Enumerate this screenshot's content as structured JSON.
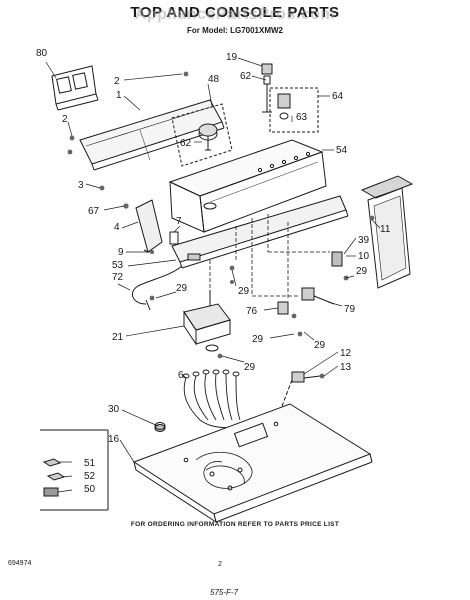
{
  "title": "TOP AND CONSOLE PARTS",
  "watermark": "AppliancePartsPros.com",
  "model_line": "For Model: LG7001XMW2",
  "footer_note": "FOR ORDERING INFORMATION REFER TO PARTS PRICE LIST",
  "doc_number": "694974",
  "page_number": "2",
  "sheet_code": "575-F-7",
  "colors": {
    "ink": "#1a1a1a",
    "paper": "#ffffff",
    "watermark": "#aaaaaa"
  },
  "callouts": [
    {
      "id": "c80",
      "label": "80"
    },
    {
      "id": "c2a",
      "label": "2"
    },
    {
      "id": "c1",
      "label": "1"
    },
    {
      "id": "c48",
      "label": "48"
    },
    {
      "id": "c19",
      "label": "19"
    },
    {
      "id": "c62a",
      "label": "62"
    },
    {
      "id": "c64",
      "label": "64"
    },
    {
      "id": "c63",
      "label": "63"
    },
    {
      "id": "c2b",
      "label": "2"
    },
    {
      "id": "c62b",
      "label": "62"
    },
    {
      "id": "c54",
      "label": "54"
    },
    {
      "id": "c3",
      "label": "3"
    },
    {
      "id": "c67",
      "label": "67"
    },
    {
      "id": "c4",
      "label": "4"
    },
    {
      "id": "c7",
      "label": "7"
    },
    {
      "id": "c11",
      "label": "11"
    },
    {
      "id": "c9",
      "label": "9"
    },
    {
      "id": "c39",
      "label": "39"
    },
    {
      "id": "c10",
      "label": "10"
    },
    {
      "id": "c53",
      "label": "53"
    },
    {
      "id": "c72",
      "label": "72"
    },
    {
      "id": "c29a",
      "label": "29"
    },
    {
      "id": "c29b",
      "label": "29"
    },
    {
      "id": "c29c",
      "label": "29"
    },
    {
      "id": "c76",
      "label": "76"
    },
    {
      "id": "c79",
      "label": "79"
    },
    {
      "id": "c21",
      "label": "21"
    },
    {
      "id": "c29d",
      "label": "29"
    },
    {
      "id": "c29e",
      "label": "29"
    },
    {
      "id": "c29f",
      "label": "29"
    },
    {
      "id": "c12",
      "label": "12"
    },
    {
      "id": "c6",
      "label": "6"
    },
    {
      "id": "c13",
      "label": "13"
    },
    {
      "id": "c30",
      "label": "30"
    },
    {
      "id": "c16",
      "label": "16"
    },
    {
      "id": "c51",
      "label": "51"
    },
    {
      "id": "c52",
      "label": "52"
    },
    {
      "id": "c50",
      "label": "50"
    }
  ]
}
